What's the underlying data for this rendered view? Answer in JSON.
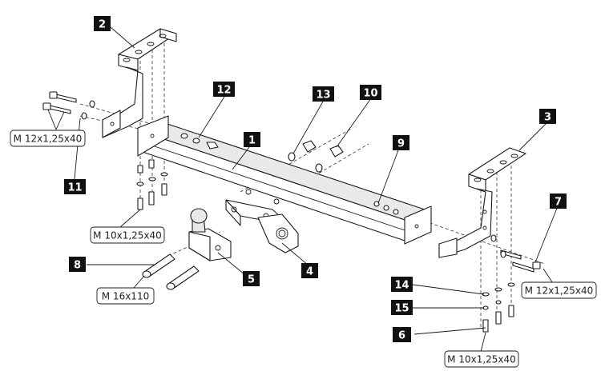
{
  "callouts": [
    {
      "id": "1",
      "label": "1"
    },
    {
      "id": "2",
      "label": "2"
    },
    {
      "id": "3",
      "label": "3"
    },
    {
      "id": "4",
      "label": "4"
    },
    {
      "id": "5",
      "label": "5"
    },
    {
      "id": "6",
      "label": "6"
    },
    {
      "id": "7",
      "label": "7"
    },
    {
      "id": "8",
      "label": "8"
    },
    {
      "id": "9",
      "label": "9"
    },
    {
      "id": "10",
      "label": "10"
    },
    {
      "id": "11",
      "label": "11"
    },
    {
      "id": "12",
      "label": "12"
    },
    {
      "id": "13",
      "label": "13"
    },
    {
      "id": "14",
      "label": "14"
    },
    {
      "id": "15",
      "label": "15"
    }
  ],
  "specs": {
    "bolt_left_top": "M 12x1,25x40",
    "bolt_left_bottom": "M 10x1,25x40",
    "bolt_ball": "M 16x110",
    "bolt_right_top": "M 12x1,25x40",
    "bolt_right_bottom": "M 10x1,25x40"
  }
}
